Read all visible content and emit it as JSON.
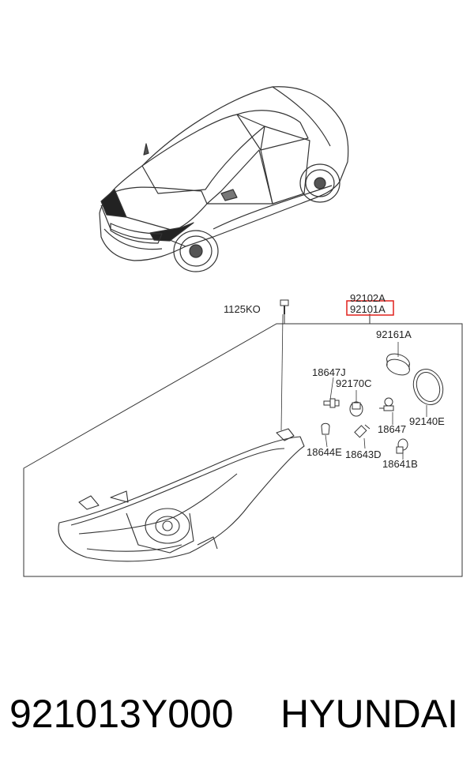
{
  "diagram": {
    "labels": {
      "fastener": "1125KO",
      "assy_alt": "92102A",
      "assy_main": "92101A",
      "socket_ring": "92161A",
      "bulb_holder_j": "18647J",
      "connector": "92170C",
      "bulb_18647": "18647",
      "seal_cap": "92140E",
      "bulb_e": "18644E",
      "bulb_d": "18643D",
      "bulb_b": "18641B"
    },
    "highlight_color": "#e0201c",
    "line_color": "#333333"
  },
  "footer": {
    "part_number": "921013Y000",
    "brand": "HYUNDAI"
  }
}
